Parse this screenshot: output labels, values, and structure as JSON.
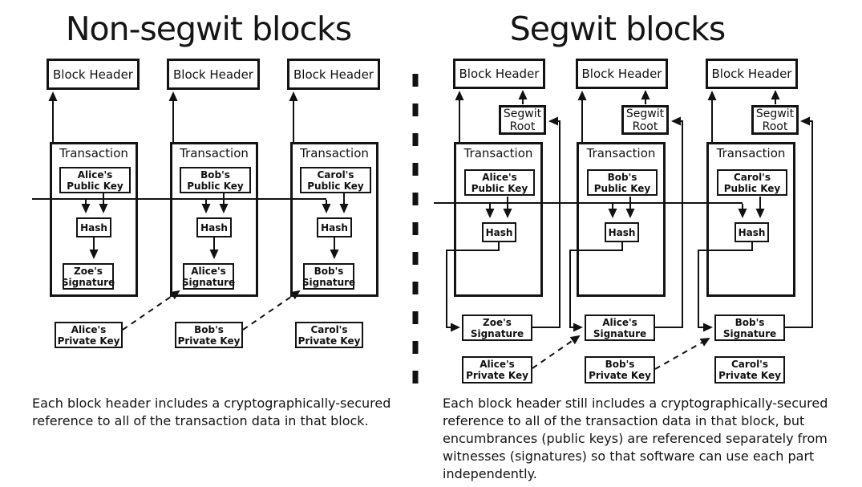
{
  "left_panel": {
    "title": "Non-segwit blocks",
    "caption_lines": [
      "Each block header includes a cryptographically-secured",
      "reference to all of the transaction data in that block."
    ],
    "columns": [
      {
        "block_header": "Block Header",
        "transaction_label": "Transaction",
        "public_key": {
          "line1": "Alice's",
          "line2": "Public Key"
        },
        "hash_label": "Hash",
        "signature": {
          "line1": "Zoe's",
          "line2": "Signature"
        },
        "private_key": {
          "line1": "Alice's",
          "line2": "Private Key"
        }
      },
      {
        "block_header": "Block Header",
        "transaction_label": "Transaction",
        "public_key": {
          "line1": "Bob's",
          "line2": "Public Key"
        },
        "hash_label": "Hash",
        "signature": {
          "line1": "Alice's",
          "line2": "Signature"
        },
        "private_key": {
          "line1": "Bob's",
          "line2": "Private Key"
        }
      },
      {
        "block_header": "Block Header",
        "transaction_label": "Transaction",
        "public_key": {
          "line1": "Carol's",
          "line2": "Public Key"
        },
        "hash_label": "Hash",
        "signature": {
          "line1": "Bob's",
          "line2": "Signature"
        },
        "private_key": {
          "line1": "Carol's",
          "line2": "Private Key"
        }
      }
    ]
  },
  "right_panel": {
    "title": "Segwit blocks",
    "caption_lines": [
      "Each block header still includes a cryptographically-secured",
      "reference to all of the transaction data in that block, but",
      "encumbrances (public keys) are referenced separately from",
      "witnesses (signatures) so that software can use each part",
      "independently."
    ],
    "columns": [
      {
        "block_header": "Block Header",
        "segwit_root": {
          "line1": "Segwit",
          "line2": "Root"
        },
        "transaction_label": "Transaction",
        "public_key": {
          "line1": "Alice's",
          "line2": "Public Key"
        },
        "hash_label": "Hash",
        "signature": {
          "line1": "Zoe's",
          "line2": "Signature"
        },
        "private_key": {
          "line1": "Alice's",
          "line2": "Private Key"
        }
      },
      {
        "block_header": "Block Header",
        "segwit_root": {
          "line1": "Segwit",
          "line2": "Root"
        },
        "transaction_label": "Transaction",
        "public_key": {
          "line1": "Bob's",
          "line2": "Public Key"
        },
        "hash_label": "Hash",
        "signature": {
          "line1": "Alice's",
          "line2": "Signature"
        },
        "private_key": {
          "line1": "Bob's",
          "line2": "Private Key"
        }
      },
      {
        "block_header": "Block Header",
        "segwit_root": {
          "line1": "Segwit",
          "line2": "Root"
        },
        "transaction_label": "Transaction",
        "public_key": {
          "line1": "Carol's",
          "line2": "Public Key"
        },
        "hash_label": "Hash",
        "signature": {
          "line1": "Bob's",
          "line2": "Signature"
        },
        "private_key": {
          "line1": "Carol's",
          "line2": "Private Key"
        }
      }
    ]
  },
  "colors": {
    "ink": "#111111",
    "background": "#ffffff"
  }
}
